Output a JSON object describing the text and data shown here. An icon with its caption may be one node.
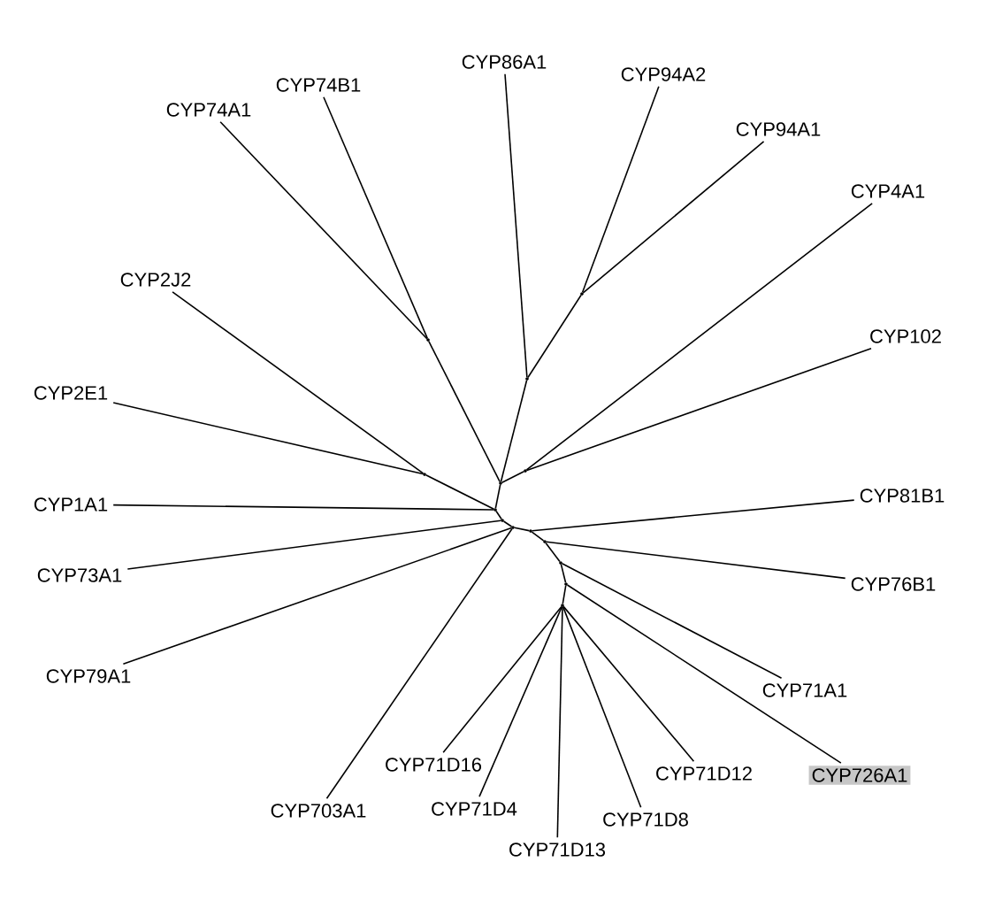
{
  "diagram": {
    "nodes": [
      {
        "text": [
          "CYP74A1"
        ]
      },
      {
        "text": [
          "CYP74B1"
        ]
      },
      {
        "text": [
          "CYP86A1"
        ]
      },
      {
        "text": [
          "CYP94A2"
        ]
      },
      {
        "text": [
          "CYP94A1"
        ]
      },
      {
        "text": [
          "CYP4A1"
        ]
      },
      {
        "text": [
          "CYP2J2"
        ]
      },
      {
        "text": [
          "CYP102"
        ]
      },
      {
        "text": [
          "CYP2E1"
        ]
      },
      {
        "text": [
          "CYP81B1"
        ]
      },
      {
        "text": [
          "CYP1A1"
        ]
      },
      {
        "text": [
          "CYP73A1"
        ]
      },
      {
        "text": [
          "CYP76B1"
        ]
      },
      {
        "text": [
          "CYP79A1"
        ]
      },
      {
        "text": [
          "CYP71A1"
        ]
      },
      {
        "text": [
          "CYP703A1"
        ]
      },
      {
        "text": [
          "CYP726A1"
        ]
      },
      {
        "text": [
          "CYP71D12"
        ]
      },
      {
        "text": [
          "CYP71D16"
        ]
      },
      {
        "text": [
          "CYP71D4"
        ]
      },
      {
        "text": [
          "CYP71D8"
        ]
      },
      {
        "text": [
          "CYP71D13"
        ]
      },
      {
        "text": [],
        "shape": "point"
      },
      {
        "text": [],
        "shape": "point"
      },
      {
        "text": [],
        "shape": "point"
      },
      {
        "text": [],
        "shape": "point"
      },
      {
        "text": [],
        "shape": "point"
      },
      {
        "text": [],
        "shape": "point"
      },
      {
        "text": [],
        "shape": "point"
      },
      {
        "text": [],
        "shape": "point"
      },
      {
        "text": [],
        "shape": "point"
      },
      {
        "text": [],
        "shape": "point"
      },
      {
        "text": [],
        "shape": "point"
      },
      {
        "text": [],
        "shape": "point"
      },
      {
        "text": [],
        "shape": "point"
      },
      {
        "text": [],
        "shape": "point"
      }
    ],
    "edges": [
      {
        "from": 22,
        "to": 23,
        "arrow": "none"
      },
      {
        "from": 23,
        "to": 0,
        "arrow": "none"
      },
      {
        "from": 23,
        "to": 1,
        "arrow": "none"
      },
      {
        "from": 22,
        "to": 24,
        "arrow": "none"
      },
      {
        "from": 24,
        "to": 2,
        "arrow": "none"
      },
      {
        "from": 24,
        "to": 25,
        "arrow": "none"
      },
      {
        "from": 25,
        "to": 3,
        "arrow": "none"
      },
      {
        "from": 25,
        "to": 4,
        "arrow": "none"
      },
      {
        "from": 22,
        "to": 26,
        "arrow": "none"
      },
      {
        "from": 26,
        "to": 5,
        "arrow": "none"
      },
      {
        "from": 26,
        "to": 7,
        "arrow": "none"
      },
      {
        "from": 22,
        "to": 27,
        "arrow": "none"
      },
      {
        "from": 27,
        "to": 10,
        "arrow": "none"
      },
      {
        "from": 27,
        "to": 28,
        "arrow": "none"
      },
      {
        "from": 28,
        "to": 6,
        "arrow": "none"
      },
      {
        "from": 28,
        "to": 8,
        "arrow": "none"
      },
      {
        "from": 27,
        "to": 29,
        "arrow": "none"
      },
      {
        "from": 29,
        "to": 11,
        "arrow": "none"
      },
      {
        "from": 29,
        "to": 30,
        "arrow": "none"
      },
      {
        "from": 30,
        "to": 13,
        "arrow": "none"
      },
      {
        "from": 30,
        "to": 15,
        "arrow": "none"
      },
      {
        "from": 30,
        "to": 31,
        "arrow": "none"
      },
      {
        "from": 31,
        "to": 9,
        "arrow": "none"
      },
      {
        "from": 31,
        "to": 32,
        "arrow": "none"
      },
      {
        "from": 32,
        "to": 12,
        "arrow": "none"
      },
      {
        "from": 32,
        "to": 33,
        "arrow": "none"
      },
      {
        "from": 33,
        "to": 14,
        "arrow": "none"
      },
      {
        "from": 33,
        "to": 34,
        "arrow": "none"
      },
      {
        "from": 34,
        "to": 16,
        "arrow": "none"
      },
      {
        "from": 34,
        "to": 35,
        "arrow": "none"
      },
      {
        "from": 35,
        "to": 17,
        "arrow": "none"
      },
      {
        "from": 35,
        "to": 18,
        "arrow": "none"
      },
      {
        "from": 35,
        "to": 19,
        "arrow": "none"
      },
      {
        "from": 35,
        "to": 20,
        "arrow": "none"
      },
      {
        "from": 35,
        "to": 21,
        "arrow": "none"
      }
    ]
  }
}
